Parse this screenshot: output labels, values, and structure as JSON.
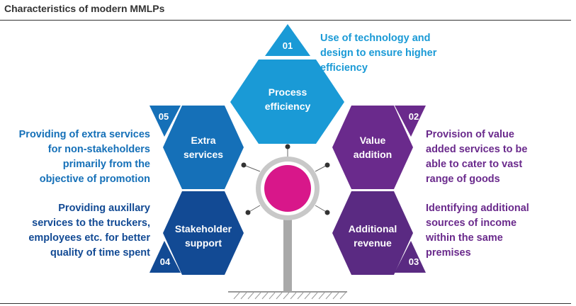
{
  "title": "Characteristics of modern MMLPs",
  "colors": {
    "efficiency": "#1a9ad6",
    "extra": "#1570b8",
    "stakeholder": "#124a94",
    "value": "#6a2a8c",
    "revenue": "#5a2a82",
    "center": "#d8178a",
    "ring": "#c8c8c8",
    "pole": "#a9a9a9"
  },
  "characteristics": [
    {
      "number": "01",
      "label": [
        "Process",
        "efficiency"
      ],
      "description": [
        "Use of technology and",
        "design to ensure higher",
        "efficiency"
      ]
    },
    {
      "number": "02",
      "label": [
        "Value",
        "addition"
      ],
      "description": [
        "Provision of value",
        "added services to be",
        "able to cater to vast",
        "range of goods"
      ]
    },
    {
      "number": "03",
      "label": [
        "Additional",
        "revenue"
      ],
      "description": [
        "Identifying additional",
        "sources of income",
        "within the same",
        "premises"
      ]
    },
    {
      "number": "04",
      "label": [
        "Stakeholder",
        "support"
      ],
      "description": [
        "Providing auxillary",
        "services to the truckers,",
        "employees etc. for better",
        "quality of time spent"
      ]
    },
    {
      "number": "05",
      "label": [
        "Extra",
        "services"
      ],
      "description": [
        "Providing of extra services",
        "for non-stakeholders",
        "primarily from the",
        "objective of promotion"
      ]
    }
  ]
}
